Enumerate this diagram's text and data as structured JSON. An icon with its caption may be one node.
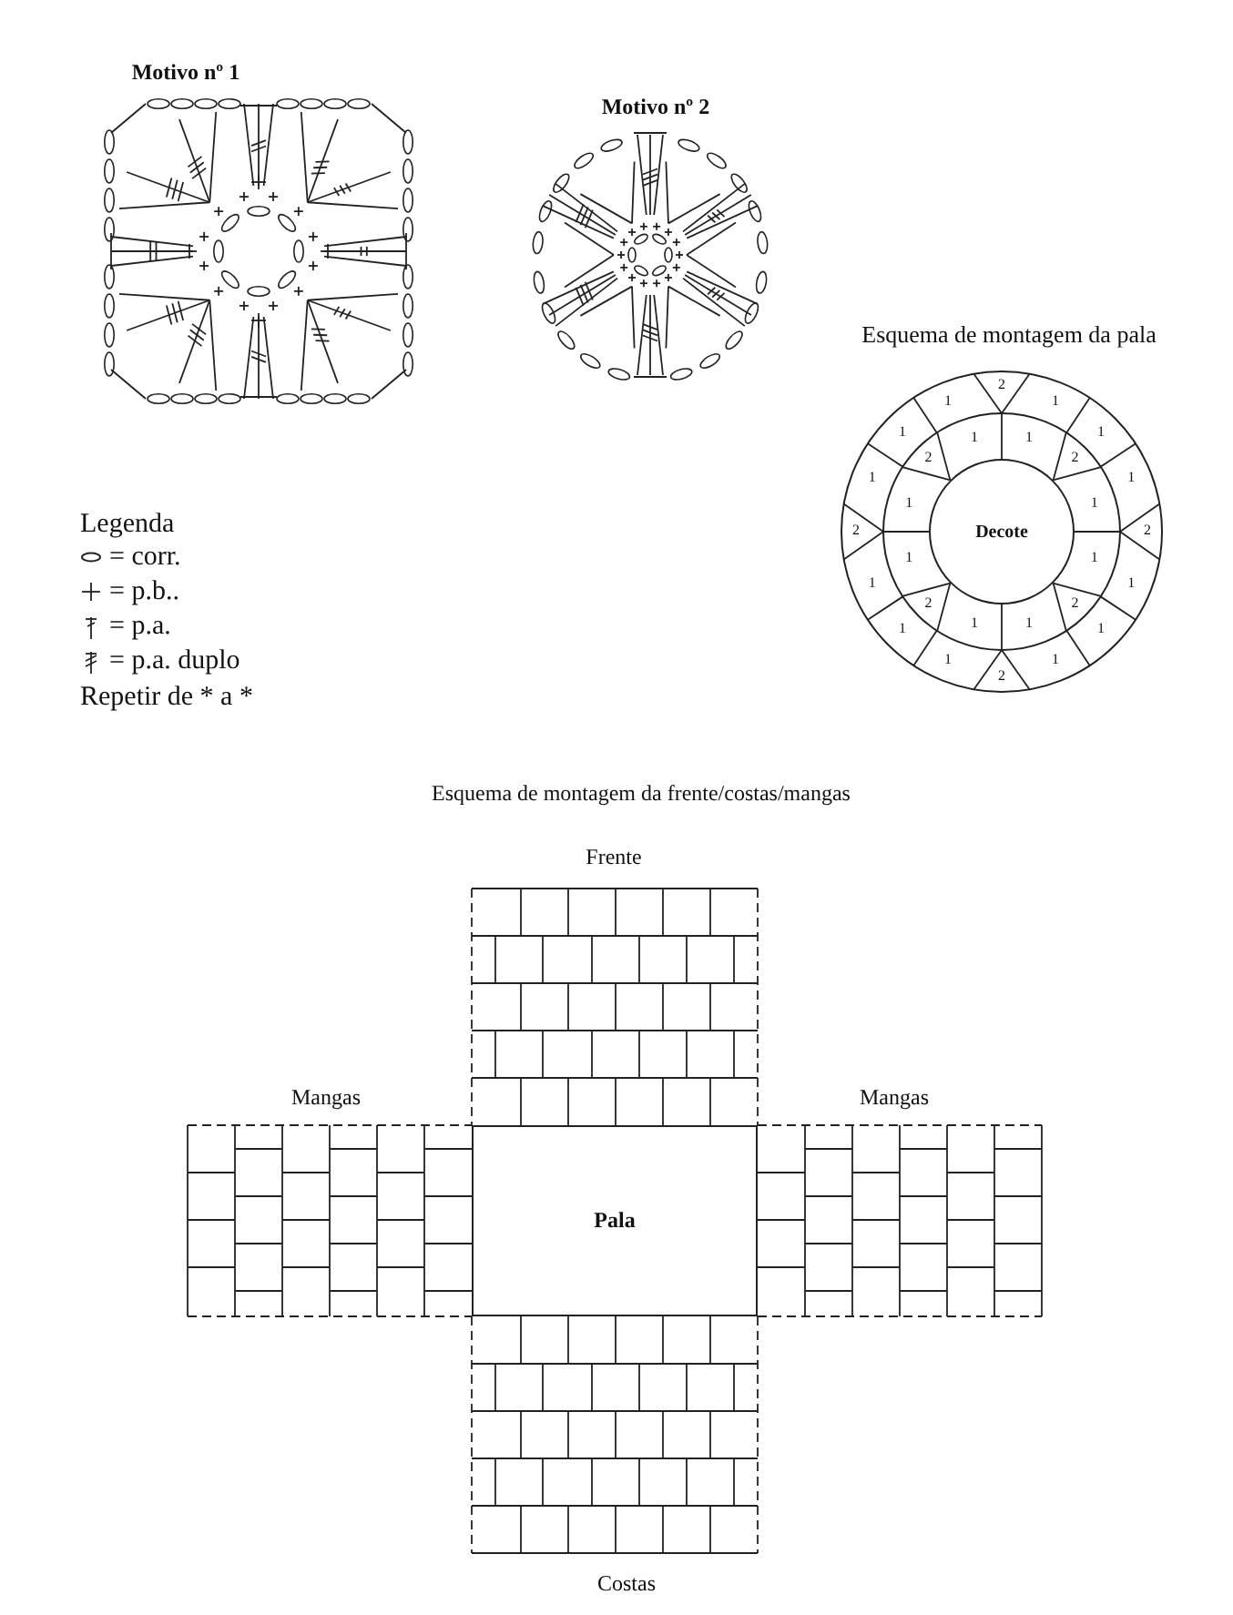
{
  "diagram": {
    "nodes": [
      {
        "text": [
          "Decote"
        ]
      },
      {
        "text": [
          "Pala"
        ]
      }
    ],
    "labels": [
      "Motivo nº 1",
      "Motivo nº 2",
      "Esquema de montagem da pala",
      "2",
      "1",
      "1",
      "1",
      "2",
      "1",
      "1",
      "1",
      "2",
      "1",
      "1",
      "1",
      "2",
      "1",
      "1",
      "1",
      "1",
      "2",
      "1",
      "1",
      "2",
      "1",
      "1",
      "2",
      "1",
      "1",
      "2",
      "1",
      "Legenda",
      "Repetir de * a *",
      "Esquema de montagem da frente/costas/mangas",
      "Frente",
      "Mangas",
      "Mangas",
      "Costas"
    ],
    "legend": [
      {
        "text": "= corr."
      },
      {
        "text": "= p.b.."
      },
      {
        "text": "= p.a."
      },
      {
        "text": "= p.a. duplo"
      }
    ]
  }
}
